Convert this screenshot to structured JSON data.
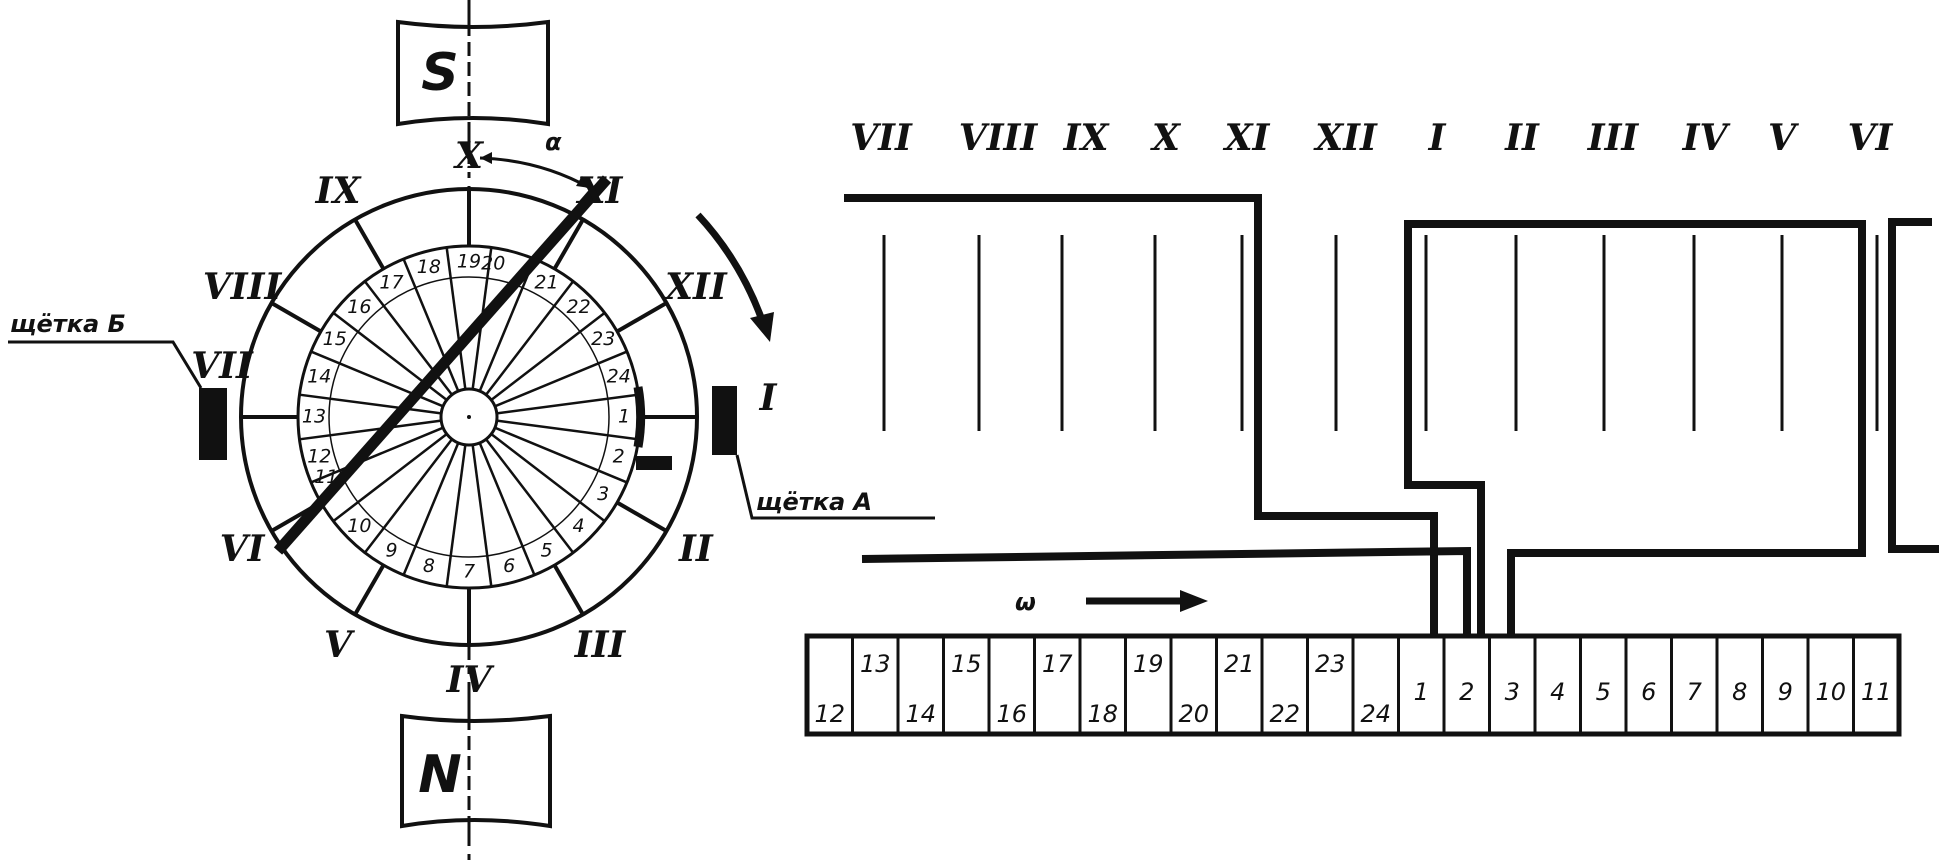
{
  "poles": {
    "south": "S",
    "north": "N"
  },
  "angle_label": "α",
  "omega_label": "ω",
  "brush_a_label": "щётка А",
  "brush_b_label": "щётка Б",
  "rotor_slots": [
    "X",
    "XI",
    "XII",
    "I",
    "II",
    "III",
    "IV",
    "V",
    "VI",
    "VII",
    "VIII",
    "IX"
  ],
  "commutator_segments": [
    "1",
    "2",
    "3",
    "4",
    "5",
    "6",
    "7",
    "8",
    "9",
    "10",
    "11",
    "12",
    "13",
    "14",
    "15",
    "16",
    "17",
    "18",
    "19",
    "20",
    "21",
    "22",
    "23",
    "24"
  ],
  "developed_slot_labels": [
    "VII",
    "VIII",
    "IX",
    "X",
    "XI",
    "XII",
    "I",
    "II",
    "III",
    "IV",
    "V",
    "VI"
  ],
  "developed_commutator": [
    "12",
    "13",
    "14",
    "15",
    "16",
    "17",
    "18",
    "19",
    "20",
    "21",
    "22",
    "23",
    "24",
    "1",
    "2",
    "3",
    "4",
    "5",
    "6",
    "7",
    "8",
    "9",
    "10",
    "11"
  ]
}
